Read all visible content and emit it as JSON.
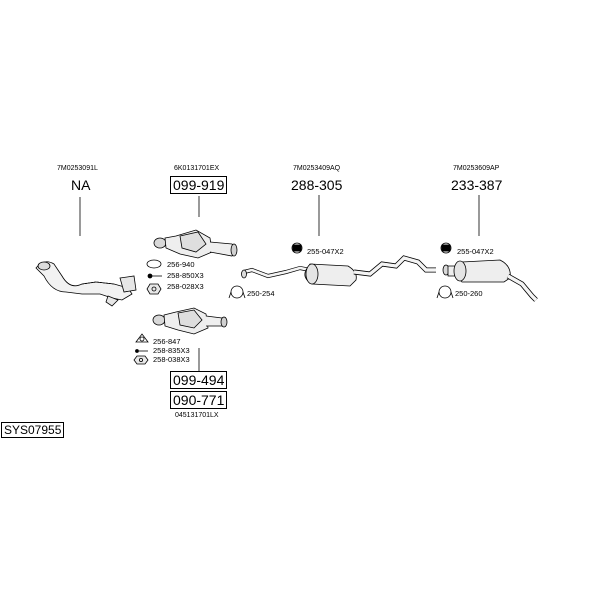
{
  "system_code": "SYS07955",
  "groups": [
    {
      "oem": "7M0253091L",
      "part": "NA",
      "boxed": false,
      "accessories": []
    },
    {
      "oem": "6K0131701EX",
      "part": "099-919",
      "boxed": true,
      "accessories": [
        "256-940",
        "258-850X3",
        "258-028X3"
      ]
    },
    {
      "oem": "7M0253409AQ",
      "part": "288-305",
      "boxed": false,
      "accessories": [
        "255-047X2",
        "250-254"
      ]
    },
    {
      "oem": "7M0253609AP",
      "part": "233-387",
      "boxed": false,
      "accessories": [
        "255-047X2",
        "250-260"
      ]
    }
  ],
  "lower_cat": {
    "accessories": [
      "256-847",
      "258-835X3",
      "258-038X3"
    ],
    "parts": [
      "099-494",
      "090-771"
    ],
    "oem": "045131701LX"
  },
  "icons": [
    "front-pipe-icon",
    "catalytic-converter-icon",
    "middle-silencer-icon",
    "rear-silencer-icon",
    "gasket-icon",
    "bolt-icon",
    "nut-icon",
    "rubber-mount-icon",
    "clamp-icon"
  ]
}
